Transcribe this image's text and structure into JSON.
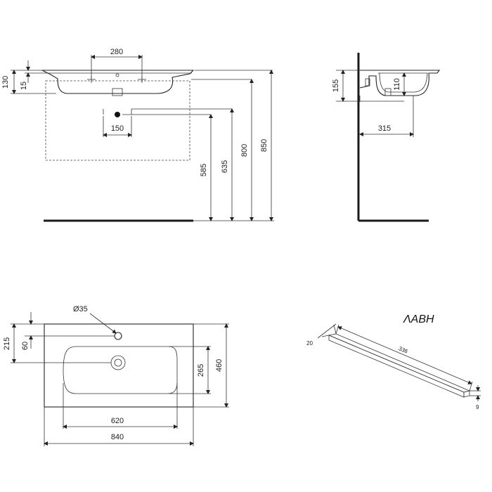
{
  "front_view": {
    "tap_spacing": "280",
    "rim_height": "130",
    "rim_top": "15",
    "waste_offset": "150",
    "waste_height": "585",
    "supply_height": "635",
    "rim_height_floor": "800",
    "total_height": "850"
  },
  "side_view": {
    "body_height": "155",
    "bowl_depth": "110",
    "projection": "315"
  },
  "plan_view": {
    "tap_hole": "Ø35",
    "tap_offset": "60",
    "outer_depth_front": "215",
    "bowl_depth": "265",
    "total_depth": "460",
    "bowl_width": "620",
    "total_width": "840"
  },
  "shelf": {
    "label": "ΛΑΒΗ",
    "length": "336",
    "height": "20",
    "thickness": "9"
  }
}
